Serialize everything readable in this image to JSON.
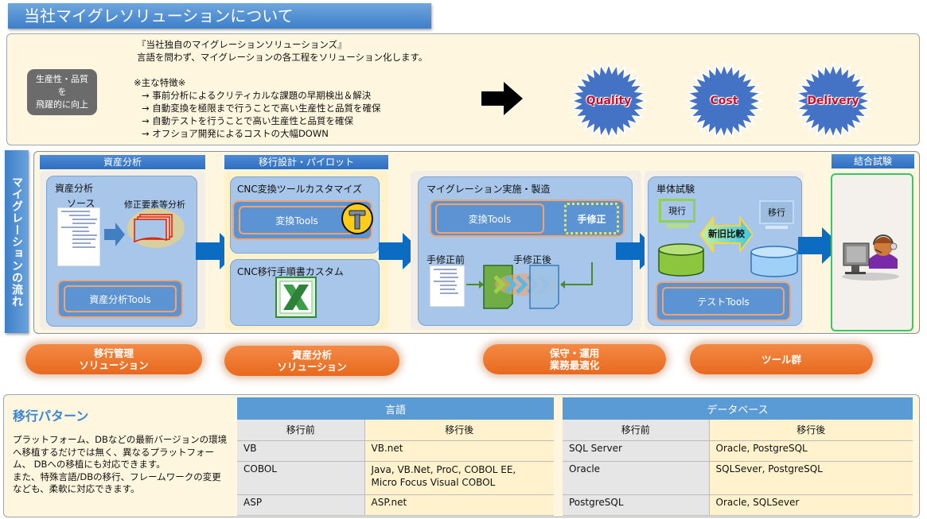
{
  "title": "当社マイグレソリューションについて",
  "intro": {
    "badge_lines": [
      "生産性・品質",
      "を",
      "飛躍的に向上"
    ],
    "heading": "『当社独自のマイグレーションソリューションズ』",
    "subheading": "言語を問わず、マイグレーションの各工程をソリューション化します。",
    "features_title": "※主な特徴※",
    "features": [
      "→ 事前分析によるクリティカルな課題の早期検出＆解決",
      "→ 自動変換を極限まで行うことで高い生産性と品質を確保",
      "→ 自動テストを行うことで高い生産性と品質を確保",
      "→ オフショア開発によるコストの大幅DOWN"
    ],
    "benefits": [
      "Quality",
      "Cost",
      "Delivery"
    ]
  },
  "flow": {
    "side_label": "マイグレーションの流れ",
    "stages": {
      "analysis": {
        "header": "資産分析",
        "card_title": "資産分析",
        "source_label": "ソース",
        "analysis_label": "修正要素等分析",
        "tools_label": "資産分析Tools"
      },
      "design": {
        "header": "移行設計・パイロット",
        "card1_title": "CNC変換ツールカスタマイズ",
        "card1_tools": "変換Tools",
        "card2_title": "CNC移行手順書カスタム"
      },
      "implementation": {
        "card_title": "マイグレーション実施・製造",
        "tools_label": "変換Tools",
        "manual_fix_label": "手修正",
        "before_label": "手修正前",
        "after_label": "手修正後"
      },
      "unit_test": {
        "card_title": "単体試験",
        "current_label": "現行",
        "migrated_label": "移行",
        "compare_label": "新旧比較",
        "tools_label": "テストTools"
      },
      "integration_test": {
        "header": "結合試験"
      }
    }
  },
  "solutions": [
    {
      "lines": [
        "移行管理",
        "ソリューション"
      ]
    },
    {
      "lines": [
        "資産分析",
        "ソリューション"
      ]
    },
    {
      "lines": [
        "保守・運用",
        "業務最適化"
      ]
    },
    {
      "lines": [
        "ツール群"
      ]
    }
  ],
  "patterns": {
    "title": "移行パターン",
    "description": "プラットフォーム、DBなどの最新バージョンの環境へ移植するだけでは無く、異なるプラットフォーム、 DBへの移植にも対応できます。\nまた、特殊言語/DBの移行、フレームワークの変更なども、柔軟に対応できます。",
    "language_table": {
      "title": "言語",
      "col_before": "移行前",
      "col_after": "移行後",
      "rows": [
        {
          "before": "VB",
          "after": "VB.net"
        },
        {
          "before": "COBOL",
          "after": "Java, VB.Net, ProC, COBOL EE,\n Micro Focus Visual COBOL"
        },
        {
          "before": "ASP",
          "after": "ASP.net"
        }
      ]
    },
    "database_table": {
      "title": "データベース",
      "col_before": "移行前",
      "col_after": "移行後",
      "rows": [
        {
          "before": "SQL Server",
          "after": "Oracle, PostgreSQL"
        },
        {
          "before": "Oracle",
          "after": "SQLSever, PostgreSQL"
        },
        {
          "before": "PostgreSQL",
          "after": "Oracle, SQLSever"
        }
      ]
    }
  },
  "colors": {
    "accent_blue": "#3d7fc9",
    "pill_orange": "#e8691f",
    "starburst_blue": "#4472c4",
    "starburst_text": "#c8102e",
    "panel_cream": "#fff6e0"
  }
}
